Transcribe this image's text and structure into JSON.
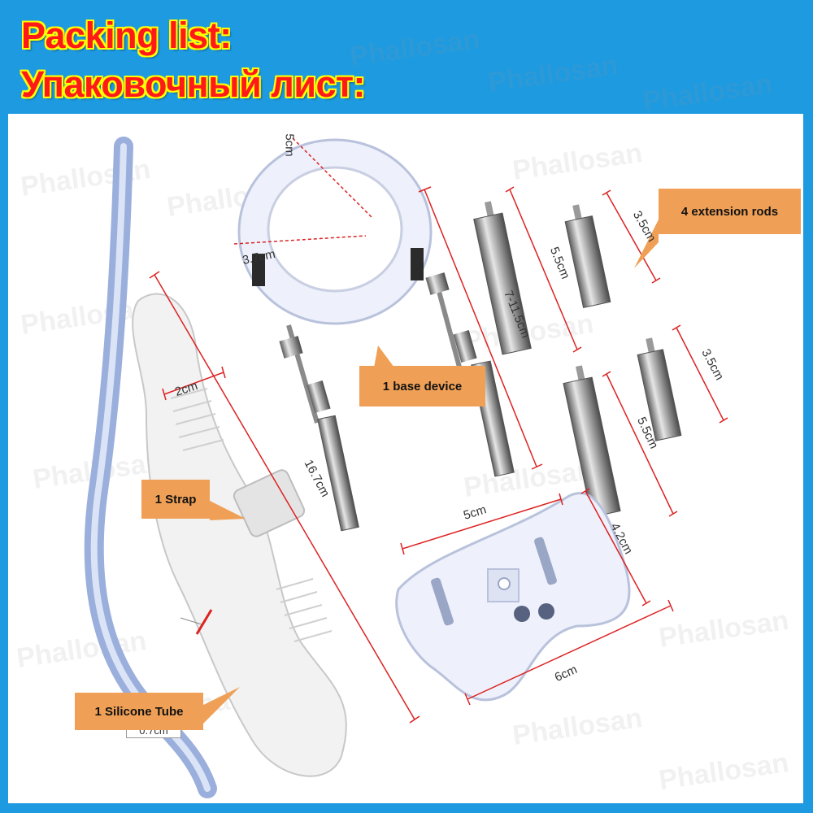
{
  "header": {
    "title_en": "Packing list:",
    "title_ru": "Упаковочный лист:"
  },
  "watermark": "Phallosan",
  "components": {
    "extension_rods": "4 extension rods",
    "base_device": "1 base device",
    "strap": "1 Strap",
    "silicone_tube": "1 Silicone Tube"
  },
  "dimensions": {
    "ring_height": "5cm",
    "ring_width": "3.7cm",
    "base_length": "7-11.5cm",
    "base_width": "5cm",
    "long_rod_1": "5.5cm",
    "long_rod_2": "5.5cm",
    "short_rod_1": "3.5cm",
    "short_rod_2": "3.5cm",
    "strap_width": "2cm",
    "strap_length": "16.7cm",
    "plate_height": "4.2cm",
    "plate_width": "6cm",
    "tube_diameter": "0.7cm"
  },
  "colors": {
    "header_bg": "#1e9ae0",
    "title_text": "#ff1a1a",
    "title_outline": "#ffff00",
    "callout_bg": "#f0a056",
    "dimension_line": "#dd2222"
  }
}
